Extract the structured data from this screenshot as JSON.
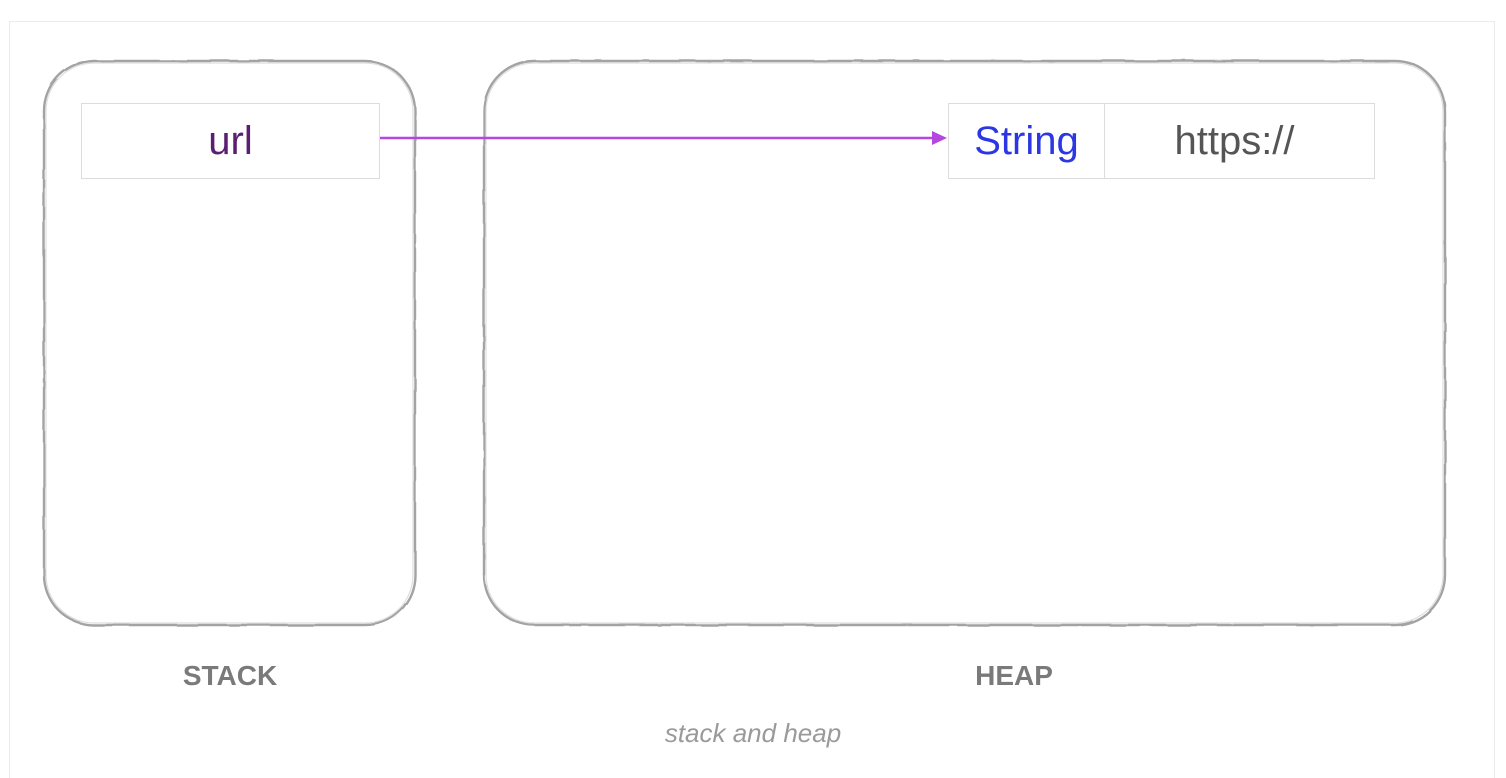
{
  "stack": {
    "label": "STACK",
    "variable": "url"
  },
  "heap": {
    "label": "HEAP",
    "object_type": "String",
    "object_value": "https://"
  },
  "caption": "stack and heap",
  "colors": {
    "variable_text": "#5a1f72",
    "type_text": "#2b37e3",
    "value_text": "#555555",
    "arrow": "#b347e0",
    "panel_border": "#9f9f9f",
    "section_label": "#7a7a7a",
    "caption": "#9a9a9a"
  },
  "icons": {
    "pointer": "arrow-right-icon"
  }
}
